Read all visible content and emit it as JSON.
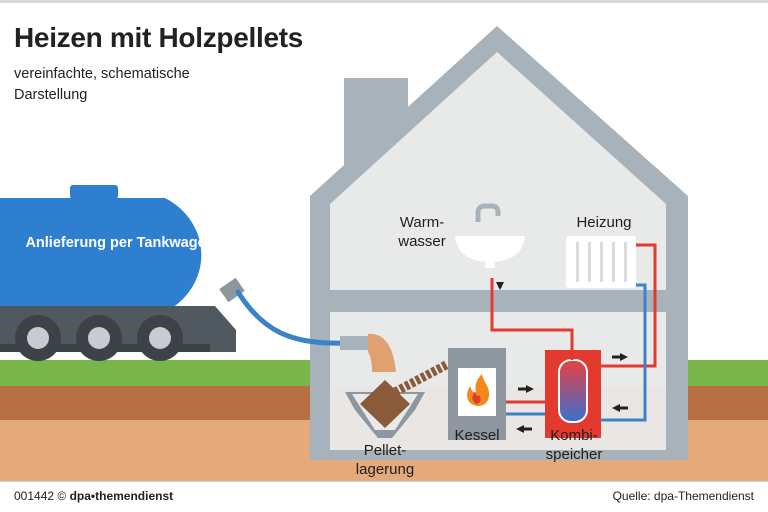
{
  "title": "Heizen mit Holzpellets",
  "subtitle": "vereinfachte, schematische Darstellung",
  "labels": {
    "truck": "Anlieferung per Tankwagen",
    "warmwasser": "Warm-\nwasser",
    "heizung": "Heizung",
    "pelletlagerung": "Pellet-\nlagerung",
    "kessel": "Kessel",
    "kombispeicher": "Kombi-\nspeicher"
  },
  "footer": {
    "id": "001442",
    "copyright_symbol": "©",
    "agency": "dpa•themendienst",
    "source": "Quelle: dpa-Themendienst"
  },
  "colors": {
    "house_wall": "#a8b2bb",
    "house_inside": "#e8e9e9",
    "truck_blue": "#2e7fd0",
    "hot_line": "#e23a2f",
    "cold_line": "#3b82c8",
    "grass": "#79b548",
    "soil": "#b86f44",
    "ground": "#e4aa7c",
    "pellets": "#8b5a3b"
  },
  "icons": [
    "sink-icon",
    "faucet-icon",
    "radiator-icon",
    "flame-icon",
    "arrow-icon"
  ]
}
